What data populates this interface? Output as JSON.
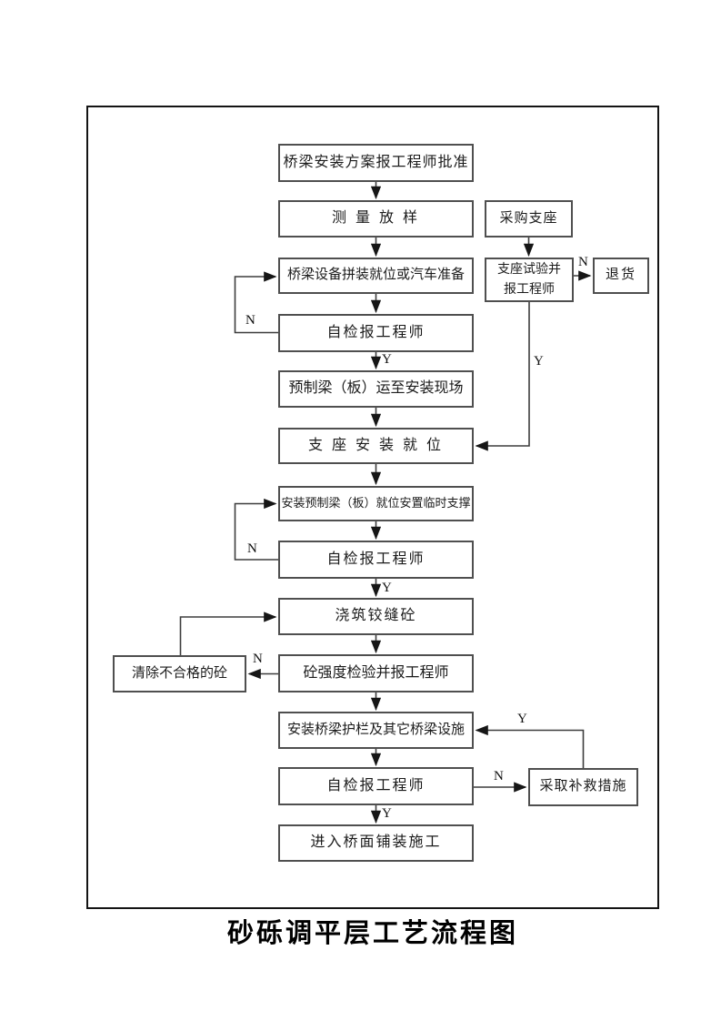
{
  "diagram": {
    "title": "砂砾调平层工艺流程图",
    "edge_labels": {
      "yes": "Y",
      "no": "N"
    },
    "nodes": [
      {
        "id": "plan-approval",
        "label": "桥梁安装方案报工程师批准"
      },
      {
        "id": "survey-layout",
        "label": "测 量 放 样"
      },
      {
        "id": "equipment-ready",
        "label": "桥梁设备拼装就位或汽车准备"
      },
      {
        "id": "self-check-1",
        "label": "自检报工程师"
      },
      {
        "id": "precast-transport",
        "label": "预制梁（板）运至安装现场"
      },
      {
        "id": "bearing-install",
        "label": "支 座 安 装 就 位"
      },
      {
        "id": "precast-install",
        "label": "安装预制梁（板）就位安置临时支撑"
      },
      {
        "id": "self-check-2",
        "label": "自检报工程师"
      },
      {
        "id": "pour-hinge-joint",
        "label": "浇筑铰缝砼"
      },
      {
        "id": "strength-test",
        "label": "砼强度检验并报工程师"
      },
      {
        "id": "remove-rejected",
        "label": "清除不合格的砼"
      },
      {
        "id": "guardrail-install",
        "label": "安装桥梁护栏及其它桥梁设施"
      },
      {
        "id": "self-check-3",
        "label": "自检报工程师"
      },
      {
        "id": "remedial-measures",
        "label": "采取补救措施"
      },
      {
        "id": "deck-paving",
        "label": "进入桥面铺装施工"
      },
      {
        "id": "purchase-bearing",
        "label": "采购支座"
      },
      {
        "id": "bearing-test",
        "label": "支座试验并报工程师"
      },
      {
        "id": "return-goods",
        "label": "退货"
      }
    ]
  }
}
